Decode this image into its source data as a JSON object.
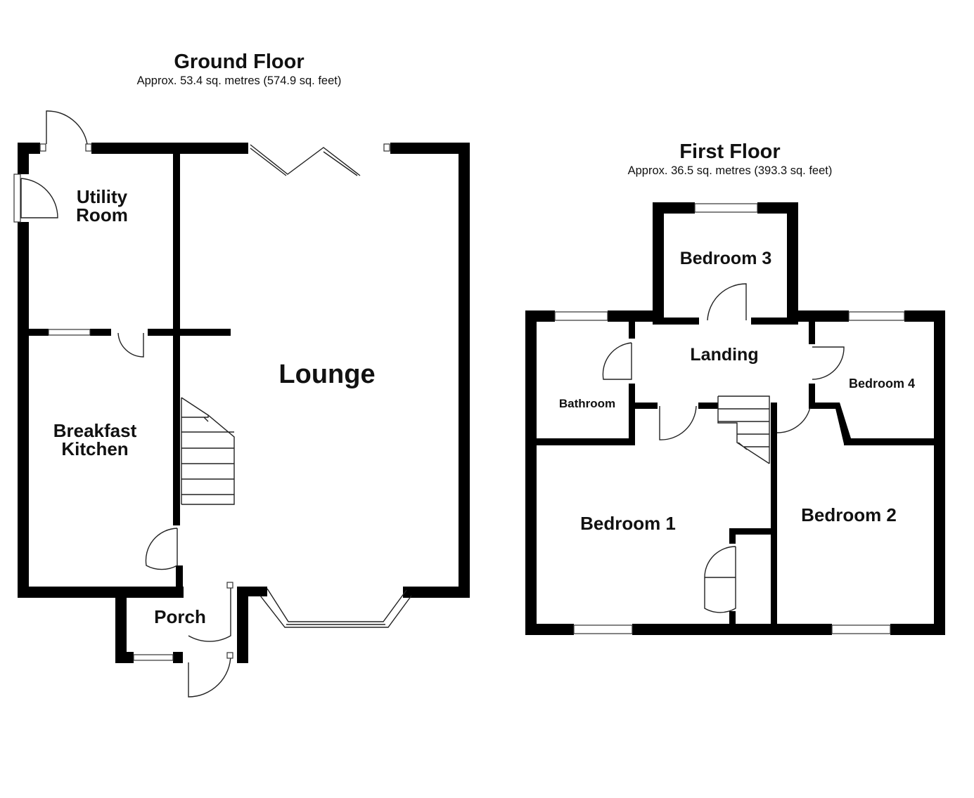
{
  "ground_floor": {
    "title": "Ground Floor",
    "area": "Approx. 53.4 sq. metres (574.9 sq. feet)",
    "rooms": {
      "utility_room": "Utility Room",
      "lounge": "Lounge",
      "breakfast_kitchen": "Breakfast Kitchen",
      "porch": "Porch"
    }
  },
  "first_floor": {
    "title": "First Floor",
    "area": "Approx. 36.5 sq. metres (393.3 sq. feet)",
    "rooms": {
      "bedroom_3": "Bedroom 3",
      "landing": "Landing",
      "bathroom": "Bathroom",
      "bedroom_4": "Bedroom 4",
      "bedroom_1": "Bedroom 1",
      "bedroom_2": "Bedroom 2"
    }
  },
  "colors": {
    "wall": "#000000",
    "fixture_line": "#222222",
    "background": "#ffffff"
  }
}
